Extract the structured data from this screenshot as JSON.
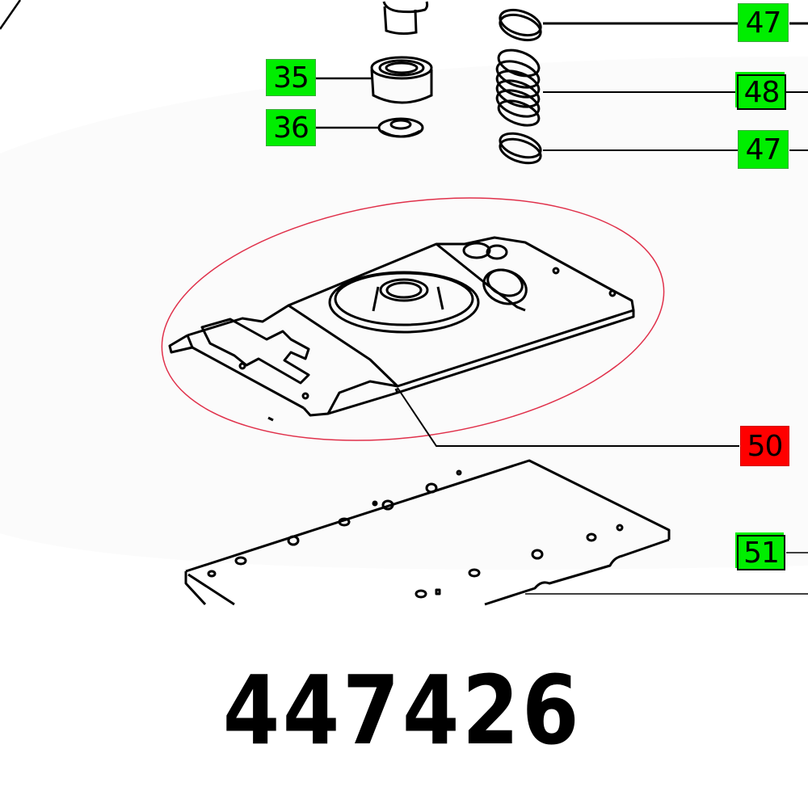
{
  "diagram": {
    "type": "exploded-parts-diagram",
    "part_number": "447426",
    "colors": {
      "callout_green": "#00ee00",
      "callout_highlight_red": "#ff0000",
      "highlight_ellipse": "#e0304a",
      "line": "#000000"
    },
    "callouts": [
      {
        "id": "c35",
        "label": "35",
        "part": "bearing",
        "color": "green"
      },
      {
        "id": "c36",
        "label": "36",
        "part": "washer",
        "color": "green"
      },
      {
        "id": "c47a",
        "label": "47",
        "part": "hose-clamp-top",
        "color": "green"
      },
      {
        "id": "c48",
        "label": "48",
        "part": "bellows",
        "color": "green"
      },
      {
        "id": "c47b",
        "label": "47",
        "part": "hose-clamp-bottom",
        "color": "green"
      },
      {
        "id": "c50",
        "label": "50",
        "part": "base-housing",
        "color": "red",
        "highlighted": true
      },
      {
        "id": "c51",
        "label": "51",
        "part": "sanding-pad",
        "color": "green"
      }
    ]
  }
}
